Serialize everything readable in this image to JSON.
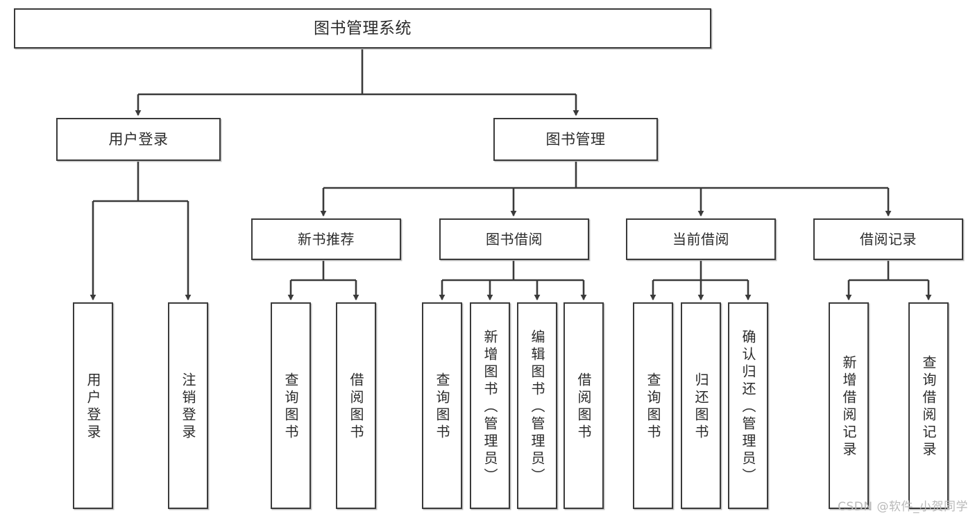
{
  "diagram": {
    "type": "hierarchy-tree",
    "title": "图书管理系统",
    "watermark": "CSDN @软件_小贺同学",
    "colors": {
      "box_border": "#3a3a3a",
      "box_fill": "#ffffff",
      "connector": "#3a3a3a",
      "text": "#2b2b2b",
      "watermark": "#b9b9b9"
    },
    "nodes": {
      "root": {
        "label": "图书管理系统"
      },
      "level2": [
        {
          "label": "用户登录"
        },
        {
          "label": "图书管理"
        }
      ],
      "level3": [
        {
          "label": "新书推荐"
        },
        {
          "label": "图书借阅"
        },
        {
          "label": "当前借阅"
        },
        {
          "label": "借阅记录"
        }
      ],
      "leaves": {
        "user_login": [
          {
            "label": "用户登录"
          },
          {
            "label": "注销登录"
          }
        ],
        "new_book_recommend": [
          {
            "label": "查询图书"
          },
          {
            "label": "借阅图书"
          }
        ],
        "book_borrow": [
          {
            "label": "查询图书"
          },
          {
            "label": "新增图书（管理员）"
          },
          {
            "label": "编辑图书（管理员）"
          },
          {
            "label": "借阅图书"
          }
        ],
        "current_borrow": [
          {
            "label": "查询图书"
          },
          {
            "label": "归还图书"
          },
          {
            "label": "确认归还（管理员）"
          }
        ],
        "borrow_record": [
          {
            "label": "新增借阅记录"
          },
          {
            "label": "查询借阅记录"
          }
        ]
      }
    }
  }
}
